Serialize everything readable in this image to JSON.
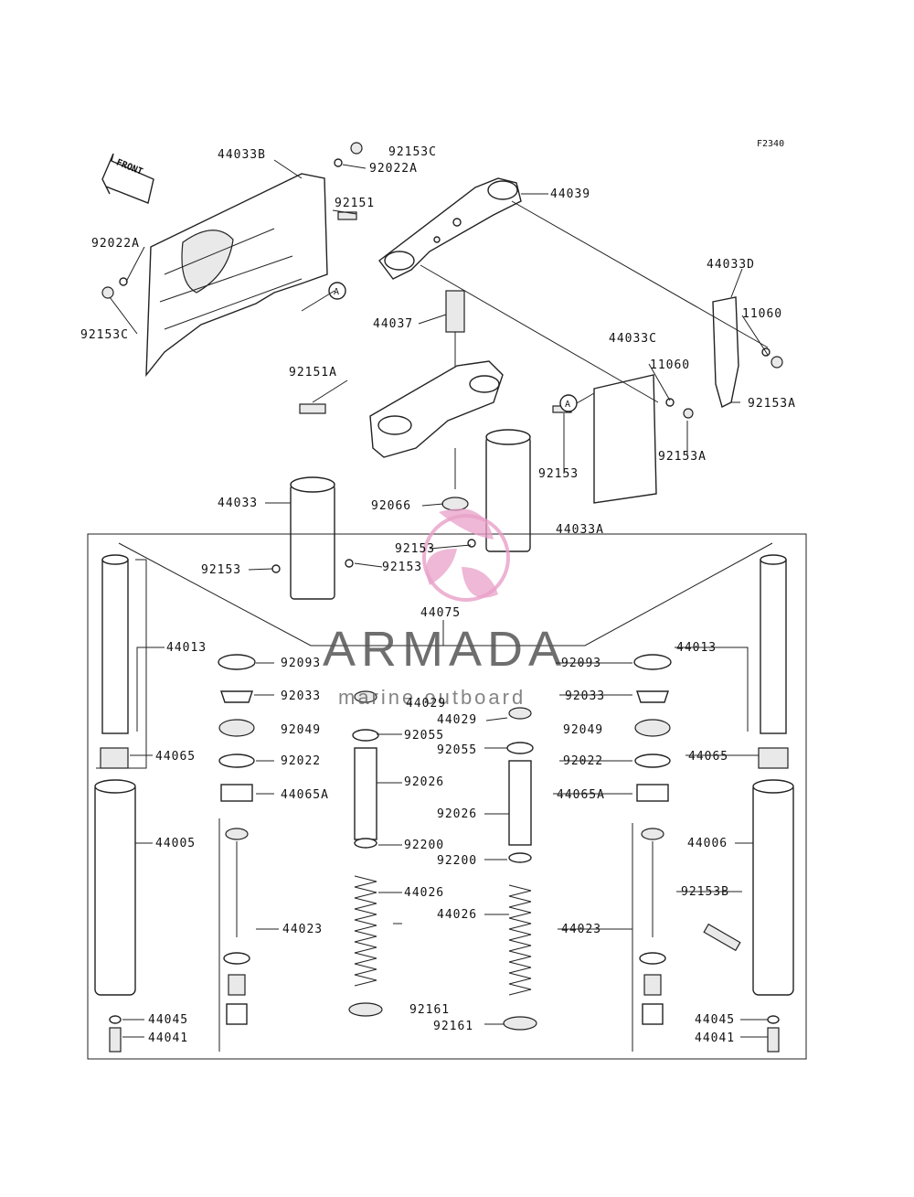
{
  "diagram_code": "F2340",
  "front_label": "FRONT",
  "watermark": {
    "title": "ARMADA",
    "subtitle": "marine outboard",
    "color": "#e8a0c8"
  },
  "callouts": {
    "p44033B": "44033B",
    "p92153C_top": "92153C",
    "p92022A_top": "92022A",
    "p92151": "92151",
    "p44039": "44039",
    "p92022A_left": "92022A",
    "p92153C_left": "92153C",
    "a_circle_1": "A",
    "p44033D": "44033D",
    "p11060_right": "11060",
    "p44037": "44037",
    "p44033C": "44033C",
    "p11060_mid": "11060",
    "p92151A": "92151A",
    "a_circle_2": "A",
    "p92153A_right": "92153A",
    "p92153A_mid": "92153A",
    "p92153_right": "92153",
    "p44033": "44033",
    "p92066": "92066",
    "p44033A": "44033A",
    "p92153_center": "92153",
    "p92153_left": "92153",
    "p92153_leftmid": "92153",
    "p44075": "44075",
    "p44013_left": "44013",
    "p44013_right": "44013",
    "p92093_left": "92093",
    "p92093_right": "92093",
    "p92033_left": "92033",
    "p92033_right": "92033",
    "p44029_left": "44029",
    "p44029_right": "44029",
    "p92049_left": "92049",
    "p92049_right": "92049",
    "p92055_left": "92055",
    "p92055_right": "92055",
    "p44065_left": "44065",
    "p44065_right": "44065",
    "p92022_left": "92022",
    "p92022_right": "92022",
    "p92026_left": "92026",
    "p92026_right": "92026",
    "p44065A_left": "44065A",
    "p44065A_right": "44065A",
    "p44005": "44005",
    "p44006": "44006",
    "p92200_left": "92200",
    "p92200_right": "92200",
    "p44026_left": "44026",
    "p44026_right": "44026",
    "p92153B": "92153B",
    "p44023_left": "44023",
    "p44023_right": "44023",
    "p92161_left": "92161",
    "p92161_right": "92161",
    "p44045_left": "44045",
    "p44045_right": "44045",
    "p44041_left": "44041",
    "p44041_right": "44041"
  }
}
